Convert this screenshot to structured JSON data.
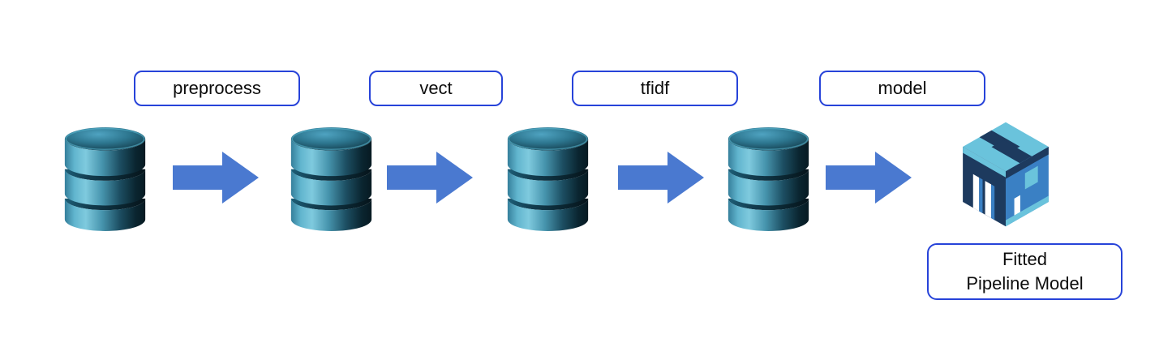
{
  "figure": {
    "title": "ML pipeline diagram",
    "steps": [
      {
        "label": "preprocess"
      },
      {
        "label": "vect"
      },
      {
        "label": "tfidf"
      },
      {
        "label": "model"
      }
    ],
    "data_nodes": [
      {
        "icon": "database-icon"
      },
      {
        "icon": "database-icon"
      },
      {
        "icon": "database-icon"
      },
      {
        "icon": "database-icon"
      }
    ],
    "output_node": {
      "icon": "model-cube-icon",
      "label_lines": [
        "Fitted",
        "Pipeline Model"
      ]
    },
    "colors": {
      "background": "#ffffff",
      "step_box_border": "#2743d9",
      "step_box_text": "#0c0c0c",
      "arrow_fill": "#4a79d0",
      "cylinder_light": "#7fcade",
      "cylinder_mid": "#357f9b",
      "cylinder_dark": "#081d26",
      "cube_light_blue": "#6ac3dc",
      "cube_navy": "#1d3a5e",
      "cube_blue": "#3a80c4"
    }
  }
}
